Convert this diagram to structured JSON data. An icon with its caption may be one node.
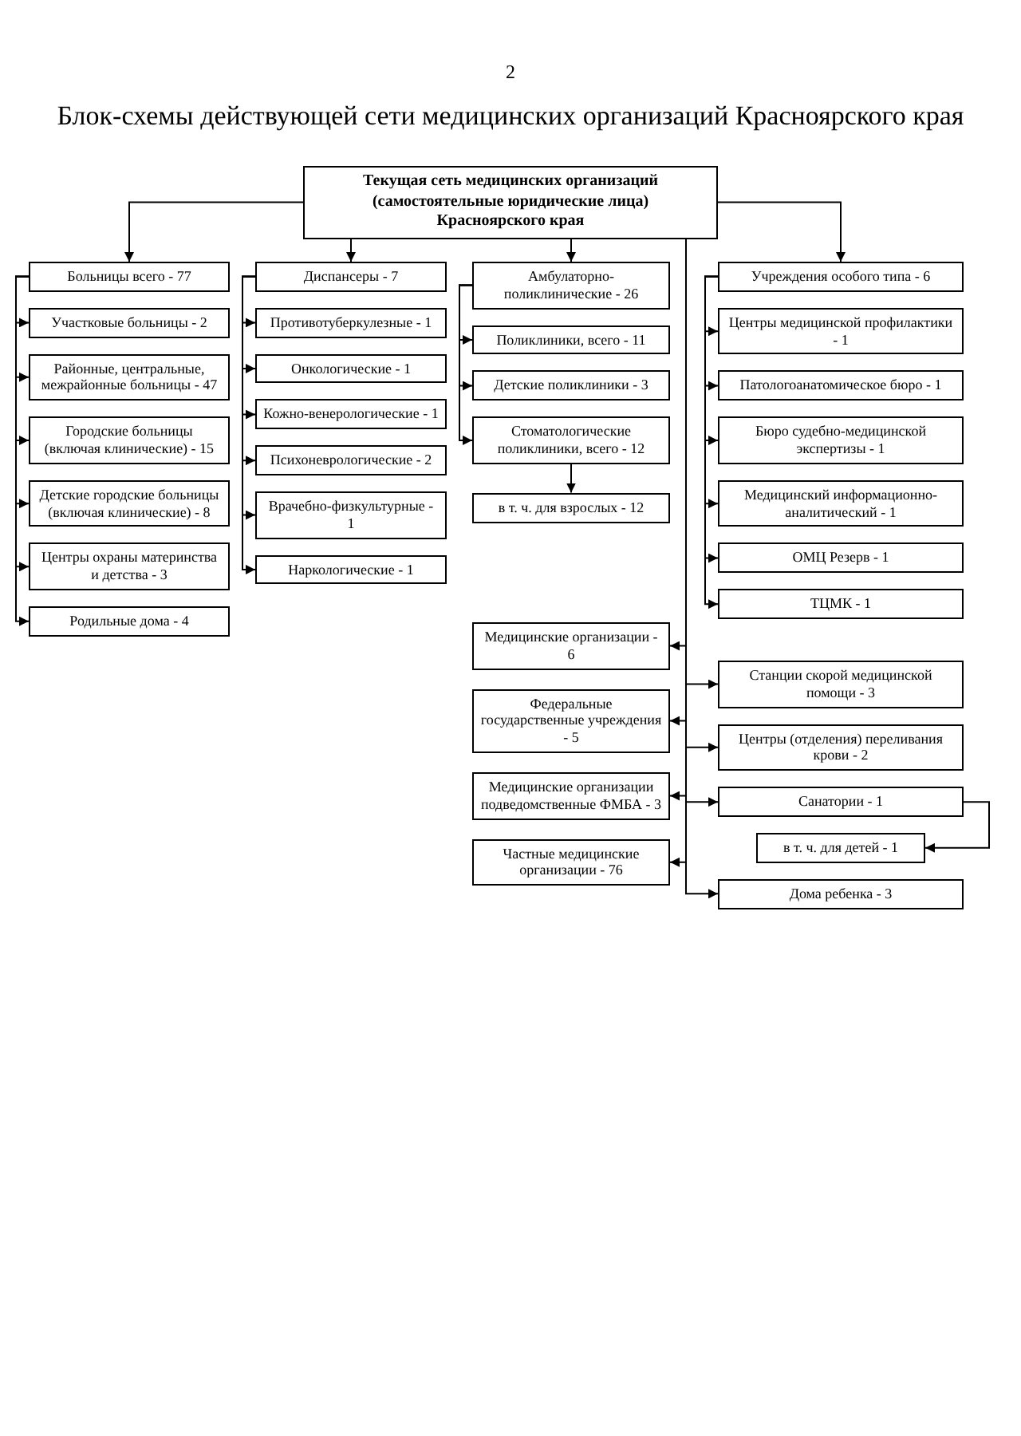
{
  "diagram": {
    "title": "Блок-схемы действующей сети медицинских организаций Красноярского края",
    "nodes": [
      {
        "text": [
          "Текущая сеть медицинских организаций (самостоятельные юридические лица) Красноярского края"
        ]
      },
      {
        "text": [
          "Больницы всего - 77"
        ]
      },
      {
        "text": [
          "Участковые больницы - 2"
        ]
      },
      {
        "text": [
          "Районные, центральные, межрайонные больницы - 47"
        ]
      },
      {
        "text": [
          "Городские больницы (включая клинические) - 15"
        ]
      },
      {
        "text": [
          "Детские городские больницы (включая клинические) - 8"
        ]
      },
      {
        "text": [
          "Центры охраны материнства и детства - 3"
        ]
      },
      {
        "text": [
          "Родильные дома - 4"
        ]
      },
      {
        "text": [
          "Диспансеры - 7"
        ]
      },
      {
        "text": [
          "Противотуберкулезные - 1"
        ]
      },
      {
        "text": [
          "Онкологические - 1"
        ]
      },
      {
        "text": [
          "Кожно-венерологические - 1"
        ]
      },
      {
        "text": [
          "Психоневрологические - 2"
        ]
      },
      {
        "text": [
          "Врачебно-физкультурные - 1"
        ]
      },
      {
        "text": [
          "Наркологические - 1"
        ]
      },
      {
        "text": [
          "Амбулаторно-поликлинические - 26"
        ]
      },
      {
        "text": [
          "Поликлиники, всего - 11"
        ]
      },
      {
        "text": [
          "Детские поликлиники - 3"
        ]
      },
      {
        "text": [
          "Стоматологические поликлиники, всего - 12"
        ]
      },
      {
        "text": [
          "в т. ч. для взрослых - 12"
        ]
      },
      {
        "text": [
          "Учреждения особого типа - 6"
        ]
      },
      {
        "text": [
          "Центры медицинской профилактики - 1"
        ]
      },
      {
        "text": [
          "Патологоанатомическое бюро - 1"
        ]
      },
      {
        "text": [
          "Бюро судебно-медицинской экспертизы - 1"
        ]
      },
      {
        "text": [
          "Медицинский информационно-аналитический - 1"
        ]
      },
      {
        "text": [
          "ОМЦ Резерв - 1"
        ]
      },
      {
        "text": [
          "ТЦМК - 1"
        ]
      },
      {
        "text": [
          "Медицинские организации - 6"
        ]
      },
      {
        "text": [
          "Федеральные государственные учреждения - 5"
        ]
      },
      {
        "text": [
          "Медицинские организации подведомственные ФМБА - 3"
        ]
      },
      {
        "text": [
          "Частные медицинские организации - 76"
        ]
      },
      {
        "text": [
          "Станции скорой медицинской помощи - 3"
        ]
      },
      {
        "text": [
          "Центры (отделения) переливания крови - 2"
        ]
      },
      {
        "text": [
          "Санатории - 1"
        ]
      },
      {
        "text": [
          "в т. ч. для детей - 1"
        ]
      },
      {
        "text": [
          "Дома ребенка - 3"
        ]
      }
    ],
    "edges": [
      {
        "from": 0,
        "to": 1,
        "arrow": "to"
      },
      {
        "from": 0,
        "to": 8,
        "arrow": "to"
      },
      {
        "from": 0,
        "to": 15,
        "arrow": "to"
      },
      {
        "from": 0,
        "to": 20,
        "arrow": "to"
      },
      {
        "from": 1,
        "to": 2,
        "arrow": "to"
      },
      {
        "from": 1,
        "to": 3,
        "arrow": "to"
      },
      {
        "from": 1,
        "to": 4,
        "arrow": "to"
      },
      {
        "from": 1,
        "to": 5,
        "arrow": "to"
      },
      {
        "from": 1,
        "to": 6,
        "arrow": "to"
      },
      {
        "from": 1,
        "to": 7,
        "arrow": "to"
      },
      {
        "from": 8,
        "to": 9,
        "arrow": "to"
      },
      {
        "from": 8,
        "to": 10,
        "arrow": "to"
      },
      {
        "from": 8,
        "to": 11,
        "arrow": "to"
      },
      {
        "from": 8,
        "to": 12,
        "arrow": "to"
      },
      {
        "from": 8,
        "to": 13,
        "arrow": "to"
      },
      {
        "from": 8,
        "to": 14,
        "arrow": "to"
      },
      {
        "from": 15,
        "to": 16,
        "arrow": "to"
      },
      {
        "from": 15,
        "to": 17,
        "arrow": "to"
      },
      {
        "from": 15,
        "to": 18,
        "arrow": "to"
      },
      {
        "from": 18,
        "to": 19,
        "arrow": "to"
      },
      {
        "from": 20,
        "to": 21,
        "arrow": "to"
      },
      {
        "from": 20,
        "to": 22,
        "arrow": "to"
      },
      {
        "from": 20,
        "to": 23,
        "arrow": "to"
      },
      {
        "from": 20,
        "to": 24,
        "arrow": "to"
      },
      {
        "from": 20,
        "to": 25,
        "arrow": "to"
      },
      {
        "from": 20,
        "to": 26,
        "arrow": "to"
      },
      {
        "from": 0,
        "to": 27,
        "arrow": "to"
      },
      {
        "from": 0,
        "to": 28,
        "arrow": "to"
      },
      {
        "from": 0,
        "to": 29,
        "arrow": "to"
      },
      {
        "from": 0,
        "to": 30,
        "arrow": "to"
      },
      {
        "from": 0,
        "to": 31,
        "arrow": "to"
      },
      {
        "from": 0,
        "to": 32,
        "arrow": "to"
      },
      {
        "from": 0,
        "to": 33,
        "arrow": "to"
      },
      {
        "from": 33,
        "to": 34,
        "arrow": "to"
      },
      {
        "from": 0,
        "to": 35,
        "arrow": "to"
      }
    ],
    "labels": [
      "2"
    ]
  }
}
